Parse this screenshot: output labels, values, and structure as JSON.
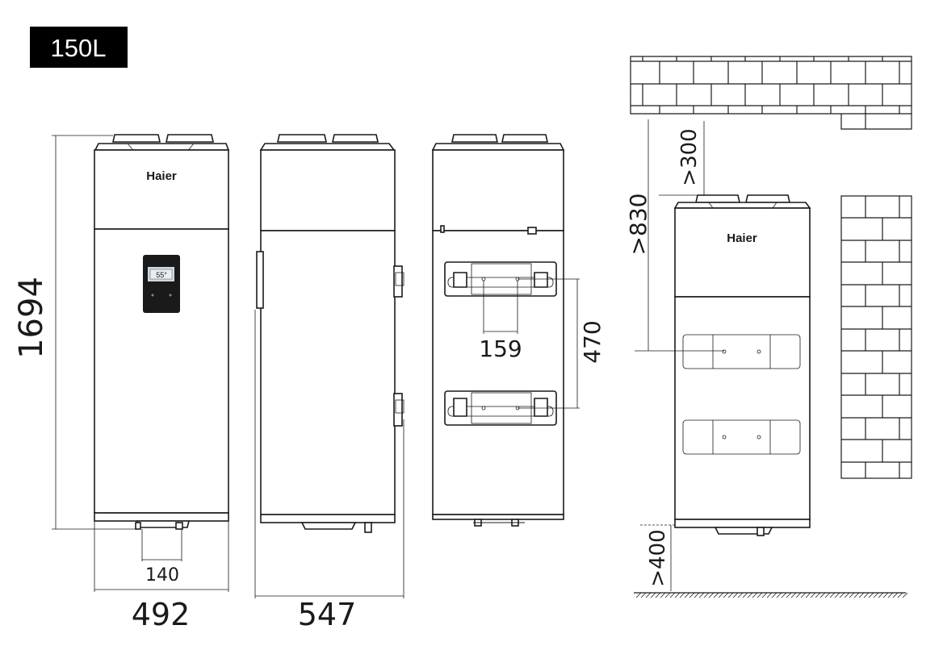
{
  "header": {
    "capacity_label": "150L"
  },
  "brand": {
    "logo_text": "Haier"
  },
  "display": {
    "temperature": "55°"
  },
  "dimensions": {
    "height": "1694",
    "width": "492",
    "depth": "547",
    "outlet_spacing": "140",
    "bracket_spacing": "159",
    "bracket_vertical": "470",
    "ceiling_clearance": ">300",
    "mount_height": ">830",
    "floor_clearance": ">400"
  },
  "colors": {
    "ink": "#1a1a1a",
    "label_bg": "#000000",
    "label_text": "#ffffff"
  }
}
